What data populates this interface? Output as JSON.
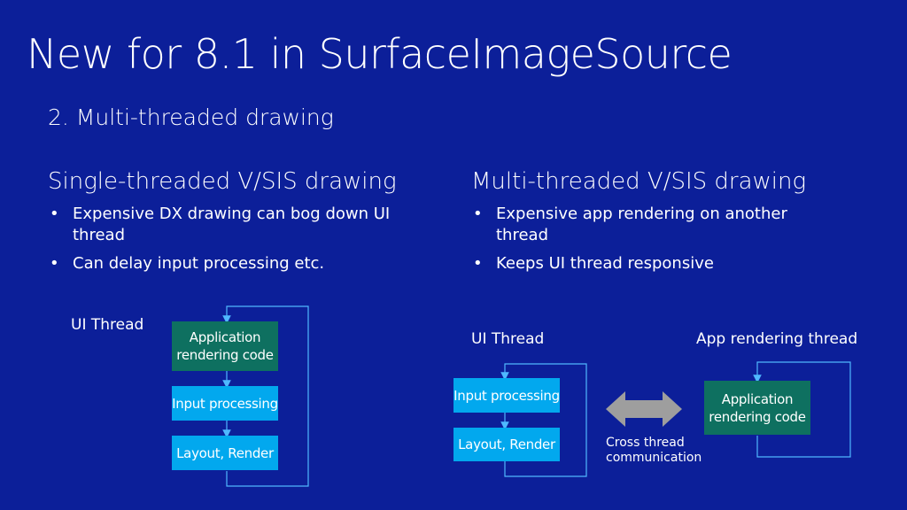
{
  "slide": {
    "title": "New for 8.1 in SurfaceImageSource",
    "subtitle": "2. Multi-threaded drawing"
  },
  "left": {
    "heading": "Single-threaded V/SIS drawing",
    "bullets": [
      "Expensive DX drawing can bog down UI thread",
      "Can delay input processing etc."
    ],
    "diagram": {
      "thread_label": "UI Thread",
      "box_app_render": "Application rendering code",
      "box_input": "Input processing",
      "box_layout": "Layout, Render"
    }
  },
  "right": {
    "heading": "Multi-threaded V/SIS drawing",
    "bullets": [
      "Expensive app rendering on another thread",
      "Keeps UI thread responsive"
    ],
    "diagram": {
      "ui_thread_label": "UI Thread",
      "app_thread_label": "App rendering thread",
      "box_input": "Input processing",
      "box_layout": "Layout, Render",
      "box_app_render": "Application rendering code",
      "cross_thread_label": "Cross thread communication"
    }
  },
  "colors": {
    "background": "#0c1f99",
    "green_box": "#0e7060",
    "cyan_box": "#02a8ee",
    "arrow": "#9e9e9e",
    "connector": "#4fb8ff"
  }
}
